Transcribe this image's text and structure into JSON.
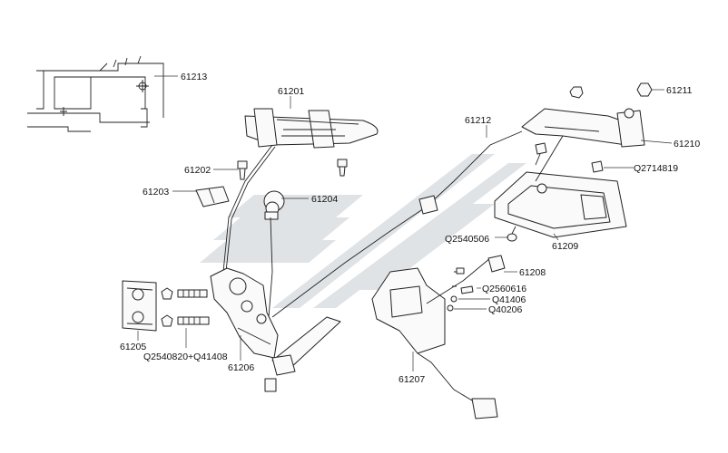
{
  "callouts": [
    "61213",
    "61201",
    "61202",
    "61203",
    "61204",
    "61205",
    "Q2540820+Q41408",
    "61206",
    "61207",
    "61208",
    "Q2560616",
    "Q41406",
    "Q40206",
    "61209",
    "Q2540506",
    "61212",
    "61211",
    "61210",
    "Q2714819"
  ],
  "colors": {
    "line": "#222222",
    "watermark": "#dfe3e6",
    "background": "#ffffff"
  }
}
